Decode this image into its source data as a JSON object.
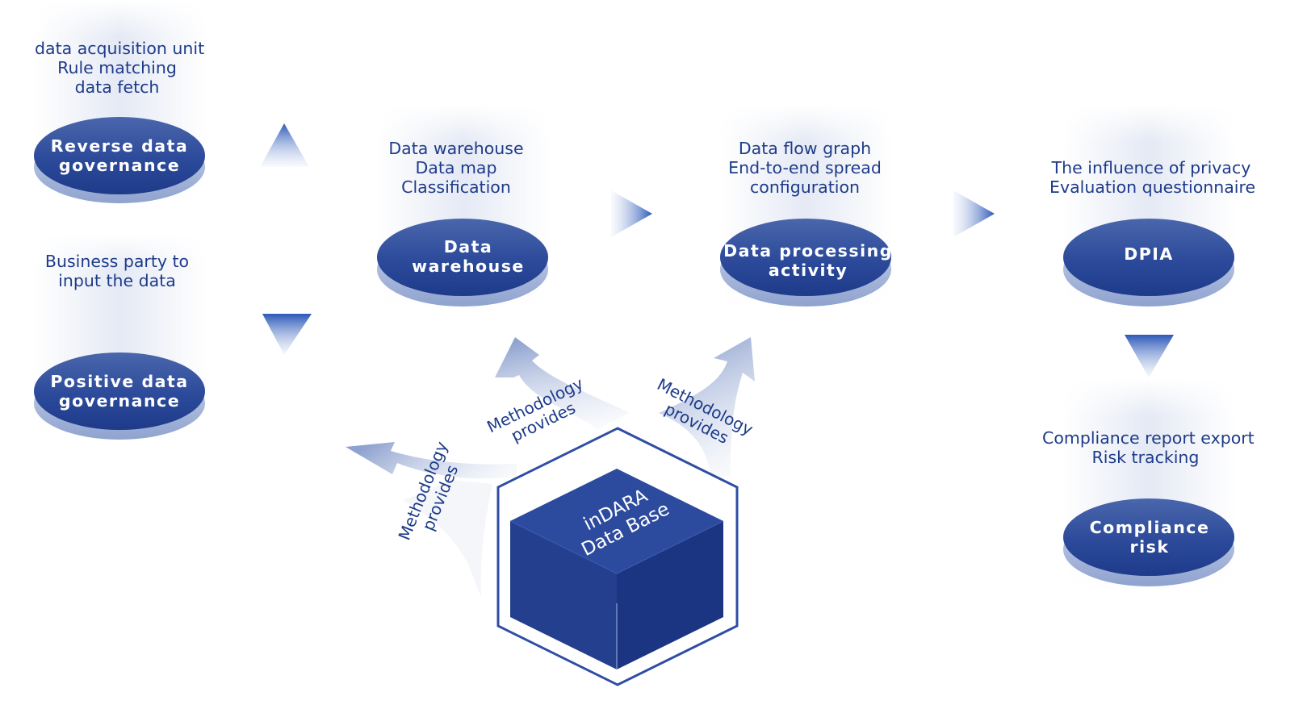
{
  "colors": {
    "accent": "#1e3b8a",
    "node_fill": "#2c4a9a",
    "light": "#dfe5f2"
  },
  "left_top": {
    "caption": [
      "data acquisition unit",
      "Rule matching",
      "data fetch"
    ],
    "node": [
      "Reverse data",
      "governance"
    ]
  },
  "left_bottom": {
    "caption": [
      "Business party to",
      "input the data"
    ],
    "node": [
      "Positive data",
      "governance"
    ]
  },
  "warehouse": {
    "caption": [
      "Data warehouse",
      "Data map",
      "Classification"
    ],
    "node": [
      "Data",
      "warehouse"
    ]
  },
  "processing": {
    "caption": [
      "Data flow graph",
      "End-to-end spread",
      "configuration"
    ],
    "node": [
      "Data processing",
      "activity"
    ]
  },
  "dpia": {
    "caption": [
      "The influence of privacy",
      "Evaluation questionnaire"
    ],
    "node": [
      "DPIA"
    ]
  },
  "compliance": {
    "caption": [
      "Compliance report export",
      "Risk tracking"
    ],
    "node": [
      "Compliance",
      "risk"
    ]
  },
  "database": {
    "label": [
      "inDARA",
      "Data Base"
    ]
  },
  "methodology": [
    [
      "Methodology",
      "provides"
    ],
    [
      "Methodology",
      "provides"
    ],
    [
      "Methodology",
      "provides"
    ]
  ],
  "icons": [
    "arrow-right-icon",
    "arrow-down-icon",
    "flow-arrow-icon",
    "cube-icon",
    "hexagon-icon"
  ]
}
